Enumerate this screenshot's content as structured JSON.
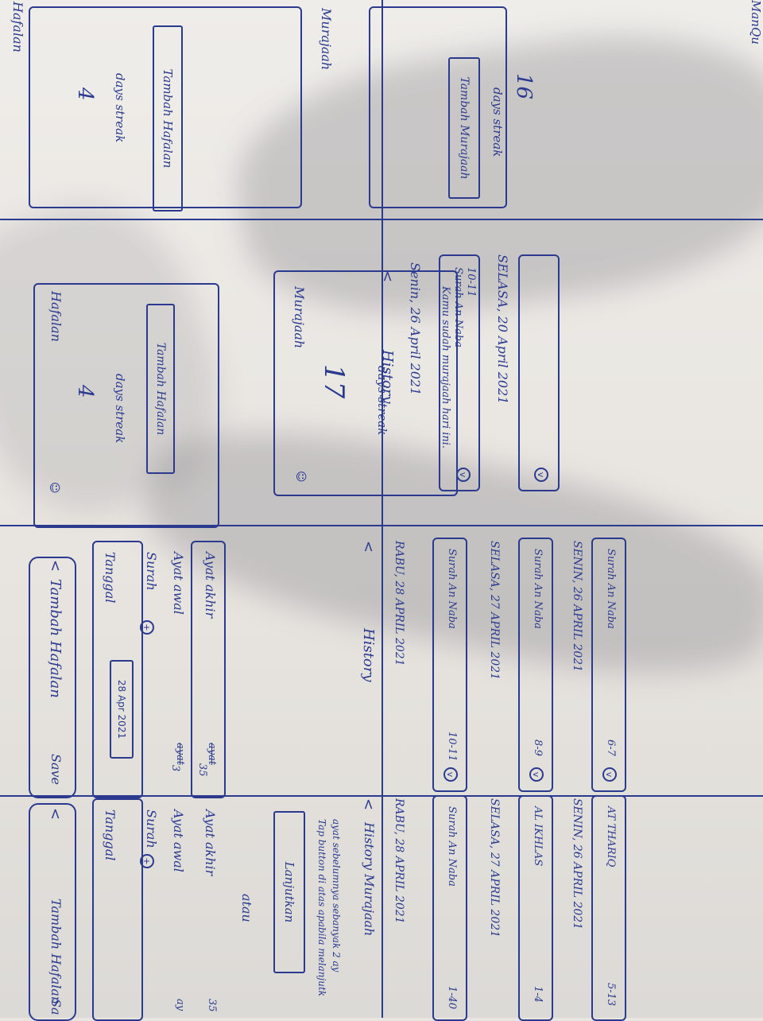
{
  "home_old": {
    "title_partial": "Hafalan",
    "hafalan_streak": "4",
    "hafalan_streak_label": "days streak",
    "hafalan_button": "Tambah Hafalan",
    "murajaah_title": "Murajaah",
    "murajaah_streak": "16",
    "murajaah_streak_label": "days streak",
    "murajaah_button": "Tambah Murajaah",
    "app_name_partial": "ManQu"
  },
  "home_new": {
    "hafalan_title": "Hafalan",
    "hafalan_streak": "4",
    "hafalan_streak_label": "days streak",
    "hafalan_button": "Tambah Hafalan",
    "murajaah_title": "Murajaah",
    "murajaah_streak": "17",
    "murajaah_streak_label": "days streak",
    "murajaah_note": "Kamu sudah murajaah hari ini.",
    "icon": "smiley-icon"
  },
  "history_draft": {
    "back": "<",
    "title": "History",
    "date1": "Senin, 26 April 2021",
    "item1_line1": "Surah An Naba",
    "item1_line2": "10-11",
    "date2": "SELASA, 20 April 2021",
    "check": "v"
  },
  "tambah_hafalan": {
    "back": "<",
    "title": "Tambah Hafalan",
    "save": "Save",
    "tanggal_label": "Tanggal",
    "tanggal_value": "28 Apr 2021",
    "surah_label": "Surah",
    "surah_add": "+",
    "ayat_awal_label": "Ayat awal",
    "ayat_awal_value": "3",
    "ayat_awal_struck": "ayat",
    "ayat_akhir_label": "Ayat akhir",
    "ayat_akhir_value": "35",
    "ayat_akhir_struck": "ayat"
  },
  "history": {
    "back": "<",
    "title": "History",
    "groups": [
      {
        "date": "RABU, 28 APRIL 2021",
        "surah": "Surah An Naba",
        "range": "10-11",
        "check": "v"
      },
      {
        "date": "SELASA, 27 APRIL 2021",
        "surah": "Surah An Naba",
        "range": "8-9",
        "check": "v"
      },
      {
        "date": "SENIN, 26 APRIL 2021",
        "surah": "Surah An Naba",
        "range": "6-7",
        "check": "v"
      }
    ]
  },
  "tambah_hafalan_2": {
    "back": "<",
    "title": "Tambah Hafalan",
    "save_partial": "Sa",
    "tanggal_label": "Tanggal",
    "surah_label": "Surah",
    "surah_add": "+",
    "ayat_awal_label": "Ayat awal",
    "ayat_awal_value_partial": "ay",
    "ayat_akhir_label": "Ayat akhir",
    "ayat_akhir_value_partial": "35",
    "or_label": "atau",
    "lanjutkan_button": "Lanjutkan",
    "lanjutkan_note_line1": "Tap button di atas apabila melanjutk",
    "lanjutkan_note_line2": "ayat sebelumnya sebanyak 2 ay"
  },
  "history_murajaah": {
    "back": "<",
    "title": "History Murajaah",
    "groups": [
      {
        "date": "RABU, 28 APRIL 2021",
        "surah": "Surah An Naba",
        "range": "1-40"
      },
      {
        "date": "SELASA, 27 APRIL 2021",
        "surah": "AL IKHLAS",
        "range": "1-4"
      },
      {
        "date": "SENIN, 26 APRIL 2021",
        "surah": "AT THARIQ",
        "range": "5-13"
      }
    ]
  }
}
